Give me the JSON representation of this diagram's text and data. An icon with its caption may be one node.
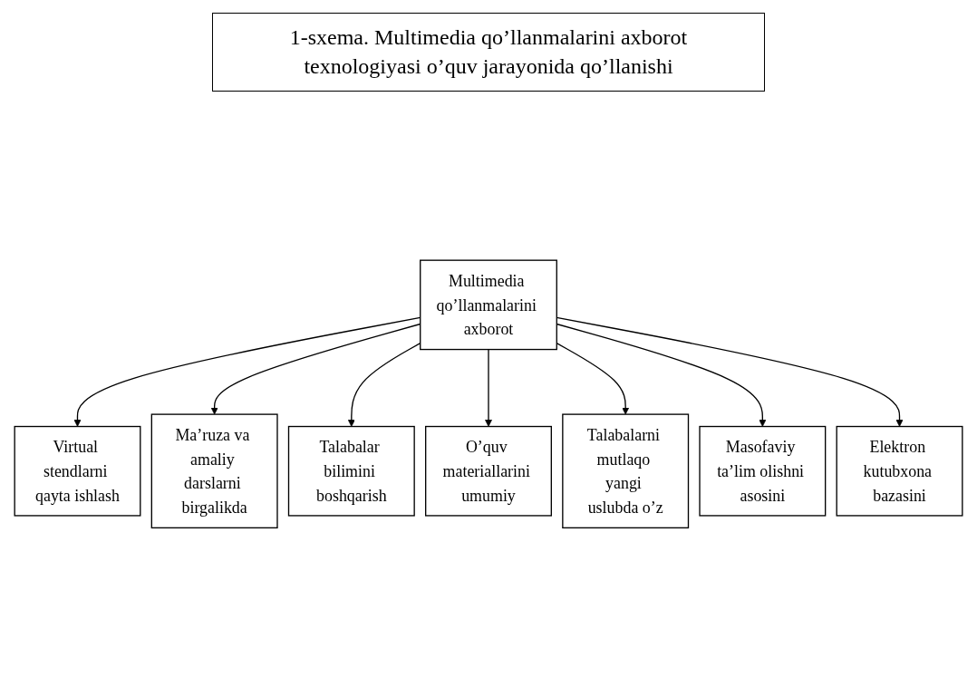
{
  "diagram": {
    "title": "1-sxema. Multimedia qo’llanmalarini axborot texnologiyasi o’quv jarayonida qo’llanishi",
    "nodes": [
      {
        "text": [
          "Virtual stendlarni qayta ishlash"
        ]
      },
      {
        "text": [
          "Ma’ruza va amaliy darslarni birgalikda"
        ]
      },
      {
        "text": [
          "Talabalar bilimini boshqarish"
        ]
      },
      {
        "text": [
          "O’quv materiallarini umumiy"
        ]
      },
      {
        "text": [
          "Multimedia qo’llanmalarini axborot"
        ]
      },
      {
        "text": [
          "Talabalarni mutlaqo yangi uslubda o’z"
        ]
      },
      {
        "text": [
          "Masofaviy ta’lim olishni asosini"
        ]
      },
      {
        "text": [
          "Elektron kutubxona bazasini"
        ]
      }
    ],
    "edges": [
      {
        "from": 4,
        "to": 0,
        "arrow": "to"
      },
      {
        "from": 4,
        "to": 1,
        "arrow": "to"
      },
      {
        "from": 4,
        "to": 2,
        "arrow": "to"
      },
      {
        "from": 4,
        "to": 3,
        "arrow": "to"
      },
      {
        "from": 4,
        "to": 5,
        "arrow": "to"
      },
      {
        "from": 4,
        "to": 6,
        "arrow": "to"
      },
      {
        "from": 4,
        "to": 7,
        "arrow": "to"
      }
    ]
  }
}
